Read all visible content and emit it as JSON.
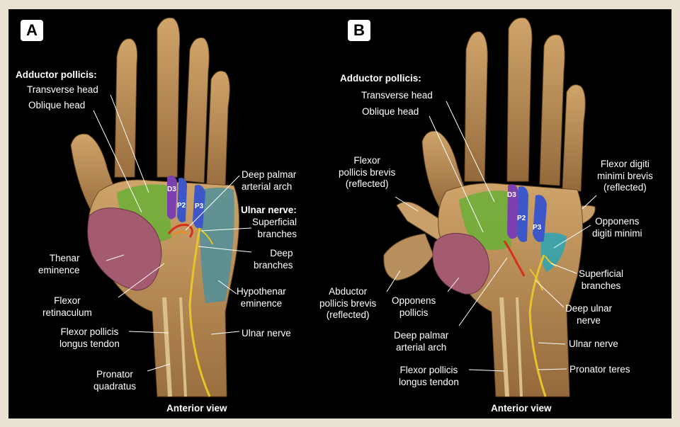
{
  "panel_a": {
    "badge": "A",
    "view_label": "Anterior view",
    "labels": {
      "adductor": "Adductor pollicis:",
      "transverse_head": "Transverse head",
      "oblique_head": "Oblique head",
      "deep_palmar_arch": "Deep palmar\narterial arch",
      "ulnar_nerve_heading": "Ulnar nerve:",
      "superficial_branches": "Superficial\nbranches",
      "deep_branches": "Deep\nbranches",
      "thenar_eminence": "Thenar\neminence",
      "flexor_retinaculum": "Flexor\nretinaculum",
      "hypothenar_eminence": "Hypothenar\neminence",
      "flexor_pollicis_longus": "Flexor pollicis\nlongus tendon",
      "ulnar_nerve": "Ulnar nerve",
      "pronator_quadratus": "Pronator\nquadratus"
    },
    "segments": {
      "d3": "D3",
      "p2": "P2",
      "p3": "P3"
    }
  },
  "panel_b": {
    "badge": "B",
    "view_label": "Anterior view",
    "labels": {
      "adductor": "Adductor pollicis:",
      "transverse_head": "Transverse head",
      "oblique_head": "Oblique head",
      "fpb_reflected": "Flexor\npollicis brevis\n(reflected)",
      "fdmb_reflected": "Flexor digiti\nminimi brevis\n(reflected)",
      "opponens_dm": "Opponens\ndigiti minimi",
      "superficial_branches": "Superficial\nbranches",
      "abductor_pb": "Abductor\npollicis brevis\n(reflected)",
      "opponens_pollicis": "Opponens\npollicis",
      "deep_ulnar_nerve": "Deep ulnar\nnerve",
      "deep_palmar_arch": "Deep palmar\narterial arch",
      "ulnar_nerve": "Ulnar nerve",
      "flexor_pollicis_longus": "Flexor pollicis\nlongus tendon",
      "pronator_teres": "Pronator teres"
    },
    "segments": {
      "d3": "D3",
      "p2": "P2",
      "p3": "P3"
    }
  },
  "colors": {
    "background": "#000000",
    "frame": "#e9e2d2",
    "tissue": "#b98c56",
    "adductor_green": "#6fae3a",
    "thenar_pink": "#a45a6f",
    "nerve_yellow": "#e7c52a",
    "artery_red": "#d62f1a",
    "segment_blue": "#3d57c9",
    "segment_purple": "#7b3fb0",
    "hypothenar_teal": "#4f8f9a"
  }
}
